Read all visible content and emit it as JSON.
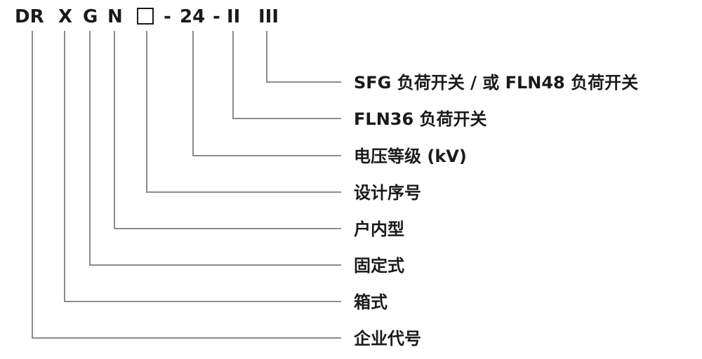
{
  "model_code": {
    "segments": [
      {
        "id": "dr",
        "text": "DR"
      },
      {
        "id": "x",
        "text": "X"
      },
      {
        "id": "g",
        "text": "G"
      },
      {
        "id": "n",
        "text": "N"
      },
      {
        "id": "box",
        "text": "□"
      },
      {
        "id": "sep1",
        "text": "-"
      },
      {
        "id": "v24",
        "text": "24"
      },
      {
        "id": "sep2",
        "text": "-"
      },
      {
        "id": "ii",
        "text": "II"
      },
      {
        "id": "iii",
        "text": "III"
      }
    ]
  },
  "explanations": [
    {
      "id": "iii",
      "text": "SFG 负荷开关 / 或 FLN48 负荷开关"
    },
    {
      "id": "ii",
      "text": "FLN36 负荷开关"
    },
    {
      "id": "v24",
      "text": "电压等级 (kV)"
    },
    {
      "id": "box",
      "text": "设计序号"
    },
    {
      "id": "n",
      "text": "户内型"
    },
    {
      "id": "g",
      "text": "固定式"
    },
    {
      "id": "x",
      "text": "箱式"
    },
    {
      "id": "dr",
      "text": "企业代号"
    }
  ],
  "colors": {
    "text": "#1a1a1a",
    "leader_line": "#8c8c8c",
    "background": "#ffffff"
  }
}
